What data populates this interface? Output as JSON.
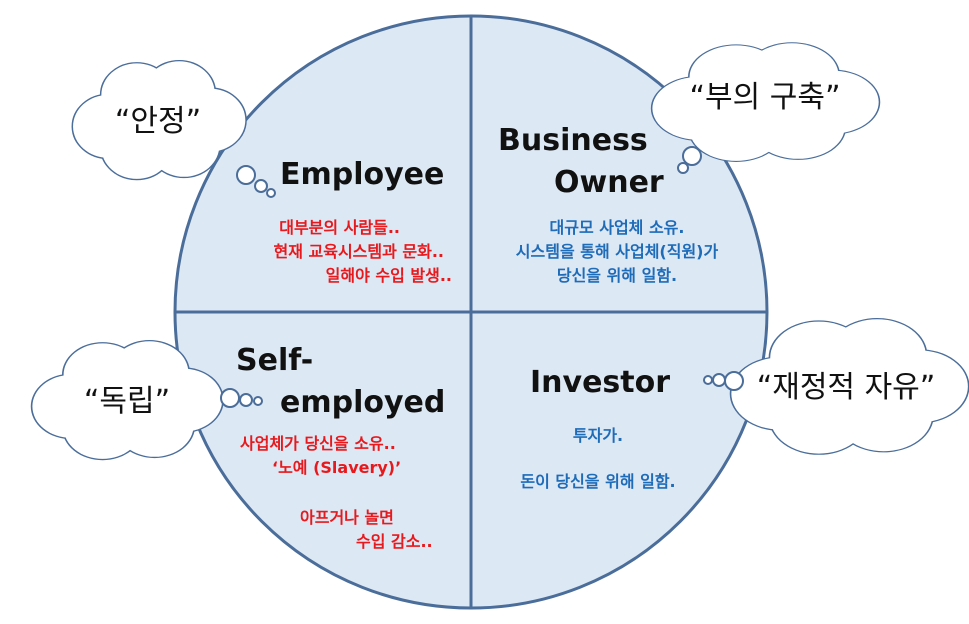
{
  "colors": {
    "circle_fill": "#dde8f5",
    "circle_stroke": "#4a6d9a",
    "red_text": "#e8191c",
    "blue_text": "#1e6bb8"
  },
  "clouds": {
    "employee": "“안정”",
    "business": "“부의 구축”",
    "self": "“독립”",
    "investor": "“재정적 자유”"
  },
  "quadrants": {
    "employee": {
      "title": "Employee",
      "lines": [
        "대부분의 사람들..",
        "현재 교육시스템과 문화..",
        "일해야 수입 발생.."
      ]
    },
    "business": {
      "title_lines": [
        "Business",
        "Owner"
      ],
      "lines": [
        "대규모 사업체 소유.",
        "시스템을 통해 사업체(직원)가",
        "당신을 위해 일함."
      ]
    },
    "self": {
      "title_lines": [
        "Self-",
        "employed"
      ],
      "lines": [
        "사업체가 당신을 소유..",
        "‘노예 (Slavery)’",
        "아프거나 놀면",
        "수입 감소.."
      ]
    },
    "investor": {
      "title": "Investor",
      "lines": [
        "투자가.",
        "돈이 당신을 위해 일함."
      ]
    }
  }
}
